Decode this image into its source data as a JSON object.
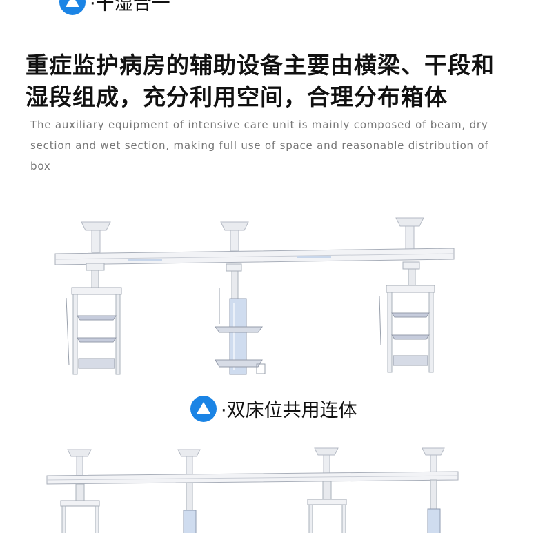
{
  "sections": [
    {
      "label": "·干湿合一"
    },
    {
      "label": "·双床位共用连体"
    }
  ],
  "headline": {
    "line1": "重症监护病房的辅助设备主要由横梁、干段和",
    "line2": "湿段组成，充分利用空间，合理分布箱体"
  },
  "subtitle": "The auxiliary equipment of intensive care unit is mainly composed of beam, dry section and wet section, making full use of space and reasonable distribution of box",
  "colors": {
    "accent": "#1b84e5",
    "subtitle": "#777777",
    "beam_fill": "#f2f3f6",
    "tray": "#c6ccdc"
  }
}
